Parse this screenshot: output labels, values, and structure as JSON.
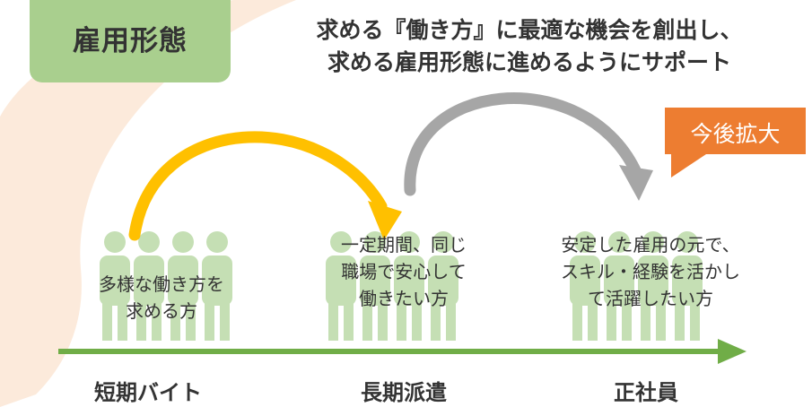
{
  "title": "雇用形態",
  "headline": {
    "line1": "求める『働き方』に最適な機会を創出し、",
    "line2": "求める雇用形態に進めるようにサポート"
  },
  "badge": "今後拡大",
  "stages": [
    {
      "category": "短期バイト",
      "description": [
        "多様な働き方を",
        "求める方"
      ]
    },
    {
      "category": "長期派遣",
      "description": [
        "一定期間、同じ",
        "職場で安心して",
        "働きたい方"
      ]
    },
    {
      "category": "正社員",
      "description": [
        "安定した雇用の元で、",
        "スキル・経験を活かし",
        "て活躍したい方"
      ]
    }
  ],
  "colors": {
    "title_box": "#a9cf8e",
    "people": "#c5dfb4",
    "arrow_timeline": "#70ad47",
    "arc_short_to_long": "#ffc000",
    "arc_long_to_full": "#a6a6a6",
    "badge": "#ed7d31",
    "background_swoosh": "#fbe3cf"
  }
}
